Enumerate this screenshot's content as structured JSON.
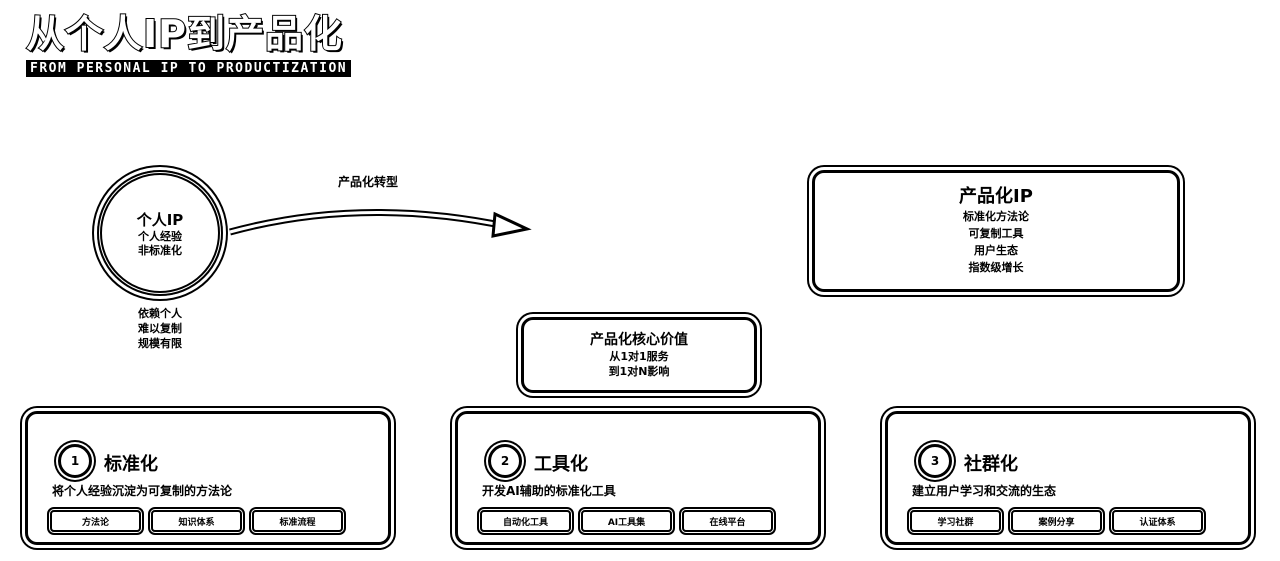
{
  "header": {
    "title": "从个人IP到产品化",
    "subtitle": "FROM PERSONAL IP TO PRODUCTIZATION"
  },
  "personal_ip": {
    "title": "个人IP",
    "lines": [
      "个人经验",
      "非标准化"
    ],
    "notes": [
      "依赖个人",
      "难以复制",
      "规模有限"
    ]
  },
  "transition": {
    "label": "产品化转型"
  },
  "productized_ip": {
    "title": "产品化IP",
    "lines": [
      "标准化方法论",
      "可复制工具",
      "用户生态",
      "指数级增长"
    ]
  },
  "core_value": {
    "title": "产品化核心价值",
    "lines": [
      "从1对1服务",
      "到1对N影响"
    ]
  },
  "cards": [
    {
      "number": "1",
      "title": "标准化",
      "desc": "将个人经验沉淀为可复制的方法论",
      "tags": [
        "方法论",
        "知识体系",
        "标准流程"
      ]
    },
    {
      "number": "2",
      "title": "工具化",
      "desc": "开发AI辅助的标准化工具",
      "tags": [
        "自动化工具",
        "AI工具集",
        "在线平台"
      ]
    },
    {
      "number": "3",
      "title": "社群化",
      "desc": "建立用户学习和交流的生态",
      "tags": [
        "学习社群",
        "案例分享",
        "认证体系"
      ]
    }
  ]
}
